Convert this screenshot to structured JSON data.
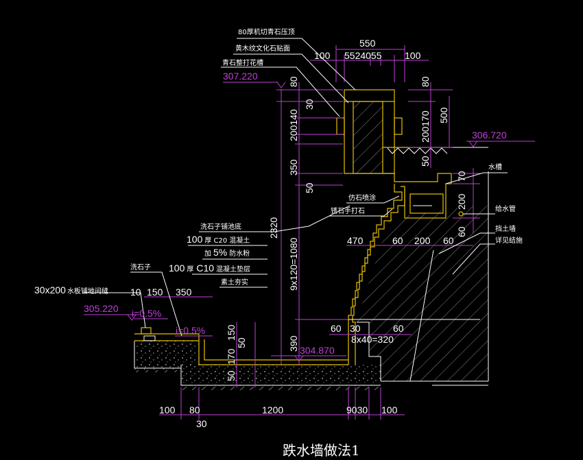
{
  "title": "跌水墙做法1",
  "colors": {
    "background": "#000000",
    "dimension": "#c040d8",
    "outline": "#e8c000",
    "text": "#ffffff",
    "hatch": "#9a9a9a"
  },
  "notes": {
    "coping": "80厚机切青石压顶",
    "veneer": "黄木纹文化石贴面",
    "groove": "青石整打花槽",
    "pool_bottom": "洗石子铺池底",
    "concrete_c20_a": "100",
    "concrete_c20_b": "厚 C20",
    "concrete_c20_c": "混凝土",
    "waterproof_a": "加",
    "waterproof_b": "5%",
    "waterproof_c": "防水粉",
    "concrete_c10_a": "100",
    "concrete_c10_b": "厚",
    "concrete_c10_c": "C10",
    "concrete_c10_d": "混凝土垫层",
    "soil": "素土夯实",
    "washed_stone": "洗石子",
    "slab_gap_a": "30x200",
    "slab_gap_b": "水板铺地间缝",
    "faux_stone": "仿石喷涂",
    "hand_stone": "锈石手打石",
    "trough": "水槽",
    "supply_pipe": "给水管",
    "retaining_wall": "挡土墙",
    "see_structure": "详见结施"
  },
  "elevations": {
    "top": "307.220",
    "ground": "306.720",
    "paving": "305.220",
    "pool": "304.870"
  },
  "slopes": {
    "paving": "i=0.5%",
    "pool": "i=0.5%"
  },
  "dims": {
    "top_total": "550",
    "top_left": "100",
    "top_mid": "5524055",
    "top_right": "100",
    "coping_l": "80",
    "coping_r": "80",
    "d30": "30",
    "d200140": "200140",
    "d200170": "200170",
    "d500": "500",
    "d350": "350",
    "d50a": "50",
    "d50b": "50",
    "d70": "70",
    "d200": "200",
    "d60v": "60",
    "d2320": "2320",
    "steps_v": "9x120=1080",
    "d390": "390",
    "d150": "150",
    "d50c": "50",
    "d170": "170",
    "d50d": "50",
    "w470": "470",
    "w60a": "60",
    "w200": "200",
    "w60b": "60",
    "p10": "10",
    "p150": "150",
    "p350": "350",
    "s60": "60",
    "s30": "30",
    "s60b": "60",
    "steps_h": "8x40=320",
    "b100a": "100",
    "b80": "80",
    "b1200": "1200",
    "b9030": "9030",
    "b100b": "100",
    "b30": "30"
  }
}
